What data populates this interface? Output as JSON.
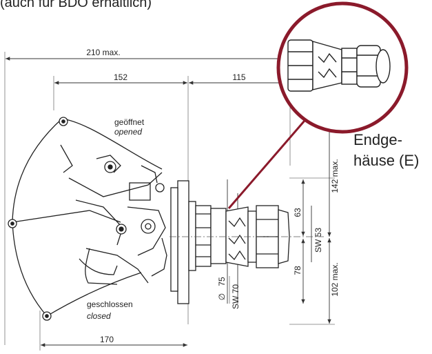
{
  "header": {
    "text": "(auch für BDO erhältlich)"
  },
  "callout": {
    "line1": "Endge-",
    "line2": "häuse (E)"
  },
  "dimensions": {
    "overall_width": "210 max.",
    "width_152": "152",
    "width_115": "115",
    "width_170": "170",
    "height_top": "142 max.",
    "height_bottom": "102 max.",
    "dim_63": "63",
    "dim_78": "78",
    "sw_53": "SW 53",
    "dia_75": "75",
    "sw_70": "SW 70",
    "diameter_symbol": "∅"
  },
  "labels": {
    "opened_de": "geöffnet",
    "opened_en": "opened",
    "closed_de": "geschlossen",
    "closed_en": "closed"
  },
  "colors": {
    "accent": "#8b1a2b",
    "line": "#222222",
    "dim": "#555555"
  }
}
